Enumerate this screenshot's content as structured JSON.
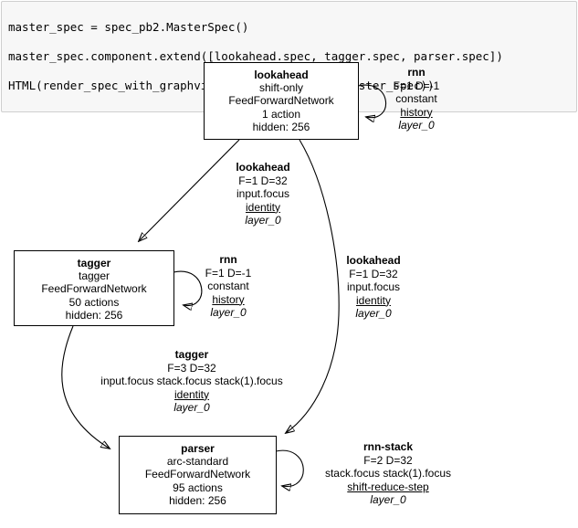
{
  "code_cell": {
    "lines": [
      "master_spec = spec_pb2.MasterSpec()",
      "master_spec.component.extend([lookahead.spec, tagger.spec, parser.spec])",
      "HTML(render_spec_with_graphviz.master_spec_graph(master_spec))"
    ]
  },
  "graph": {
    "colors": {
      "node_border": "#000000",
      "edge_stroke": "#000000",
      "text": "#000000",
      "code_background": "#f7f7f7",
      "code_border": "#cfcfcf",
      "background": "#ffffff"
    },
    "nodes": [
      {
        "title": "lookahead",
        "lines": [
          "shift-only",
          "FeedForwardNetwork",
          "1 action",
          "hidden: 256"
        ]
      },
      {
        "title": "tagger",
        "lines": [
          "tagger",
          "FeedForwardNetwork",
          "50 actions",
          "hidden: 256"
        ]
      },
      {
        "title": "parser",
        "lines": [
          "arc-standard",
          "FeedForwardNetwork",
          "95 actions",
          "hidden: 256"
        ]
      }
    ],
    "edge_labels": [
      {
        "title": "rnn",
        "detail": "F=1 D=-1",
        "features": "constant",
        "source": "history",
        "layer": "layer_0"
      },
      {
        "title": "lookahead",
        "detail": "F=1 D=32",
        "features": "input.focus",
        "source": "identity",
        "layer": "layer_0"
      },
      {
        "title": "rnn",
        "detail": "F=1 D=-1",
        "features": "constant",
        "source": "history",
        "layer": "layer_0"
      },
      {
        "title": "lookahead",
        "detail": "F=1 D=32",
        "features": "input.focus",
        "source": "identity",
        "layer": "layer_0"
      },
      {
        "title": "tagger",
        "detail": "F=3 D=32",
        "features": "input.focus stack.focus stack(1).focus",
        "source": "identity",
        "layer": "layer_0"
      },
      {
        "title": "rnn-stack",
        "detail": "F=2 D=32",
        "features": "stack.focus stack(1).focus",
        "source": "shift-reduce-step",
        "layer": "layer_0"
      }
    ]
  }
}
